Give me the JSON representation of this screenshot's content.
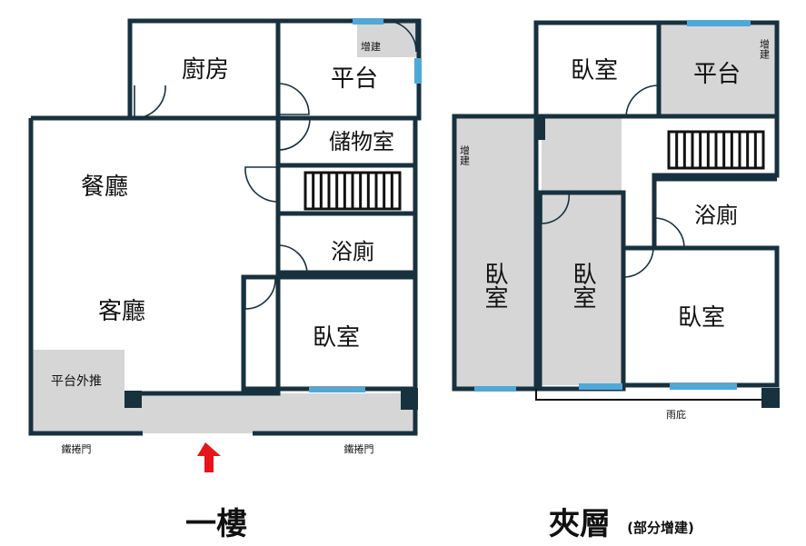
{
  "colors": {
    "wall": "#17313f",
    "gray_area": "#d6d6d6",
    "window": "#4fa8d8",
    "arrow": "#e8141b",
    "stairs": "#111111"
  },
  "ground_floor": {
    "title": "一樓",
    "rooms": {
      "kitchen": "廚房",
      "balcony": "平台",
      "addition": "增建",
      "storage": "儲物室",
      "dining": "餐廳",
      "bathroom": "浴廁",
      "living": "客廳",
      "bedroom": "臥室",
      "balcony_extension": "平台外推"
    },
    "door_left": "鐵捲門",
    "door_right": "鐵捲門",
    "entrance_arrow": "arrow-up"
  },
  "mezzanine": {
    "title": "夾層",
    "subtitle": "(部分增建)",
    "rooms": {
      "bedroom_top": "臥室",
      "balcony": "平台",
      "addition_top": "增建",
      "addition_left": "增建",
      "bathroom": "浴廁",
      "bedroom_left": "臥室",
      "bedroom_mid": "臥室",
      "bedroom_right": "臥室"
    },
    "canopy": "雨庇"
  }
}
